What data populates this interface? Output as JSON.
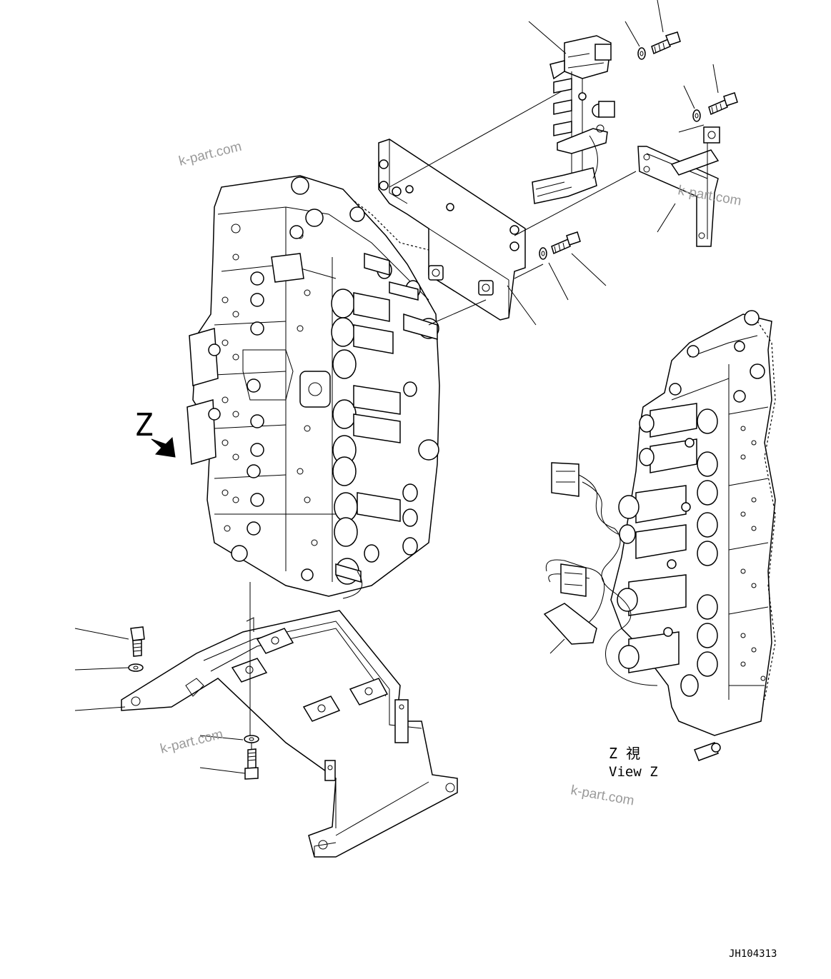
{
  "view_marker": "Z",
  "view_caption": {
    "line1": "Z 視",
    "line2": "View Z"
  },
  "drawing_number": "JH104313",
  "watermark": "k-part.com"
}
